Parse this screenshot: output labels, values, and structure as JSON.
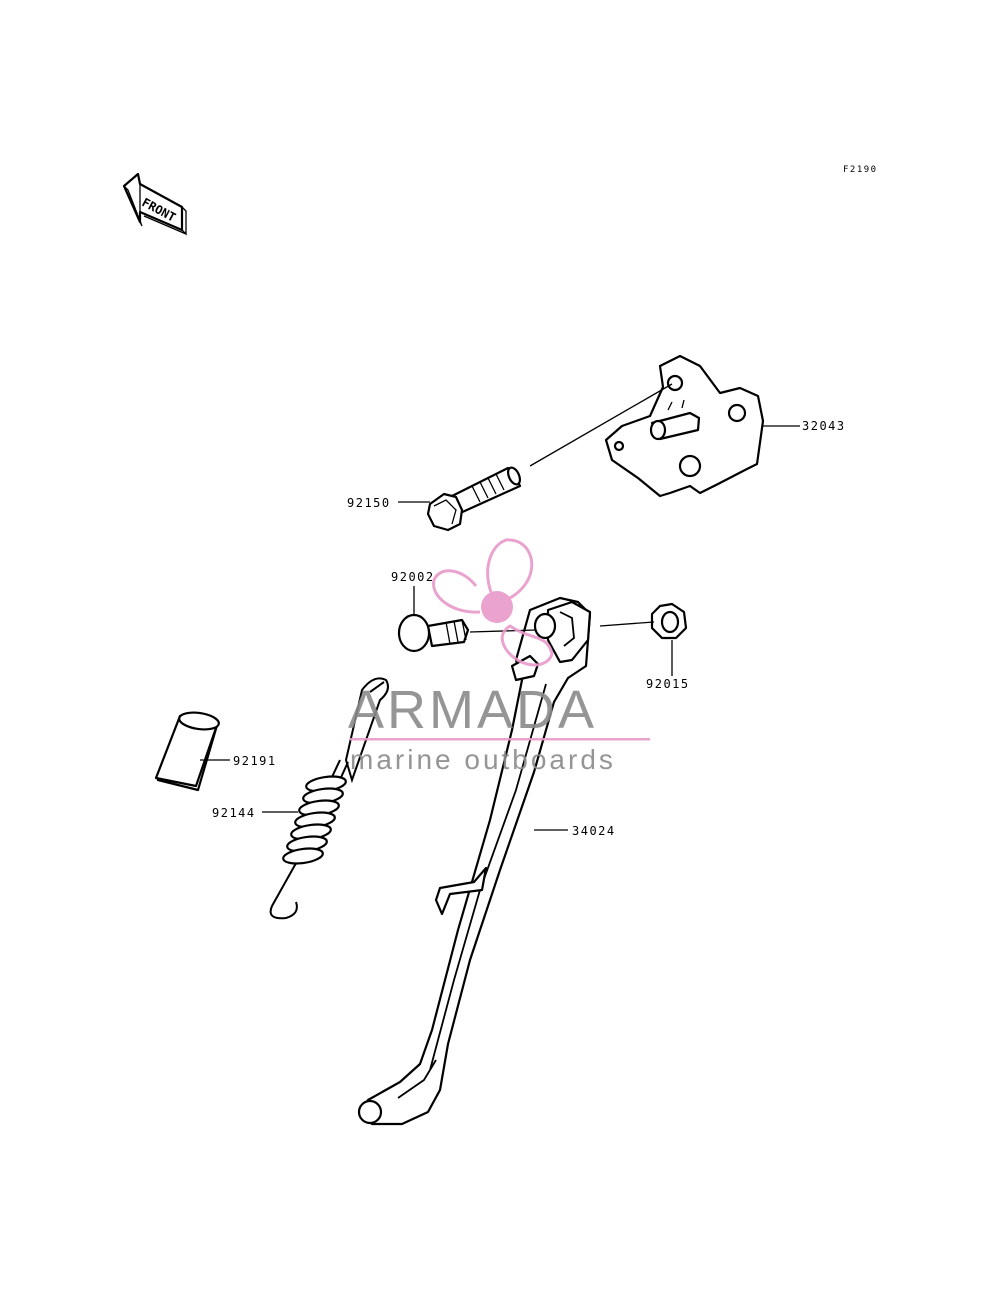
{
  "figure_code": "F2190",
  "front_label": "FRONT",
  "parts": {
    "bracket": "32043",
    "bolt": "92150",
    "pivot_bolt": "92002",
    "nut": "92015",
    "collar": "92191",
    "spring": "92144",
    "side_stand": "34024"
  },
  "watermark": {
    "brand": "ARMADA",
    "tagline": "marine outboards",
    "accent_color": "#e79ac9",
    "text_color": "#8a8a8a"
  }
}
